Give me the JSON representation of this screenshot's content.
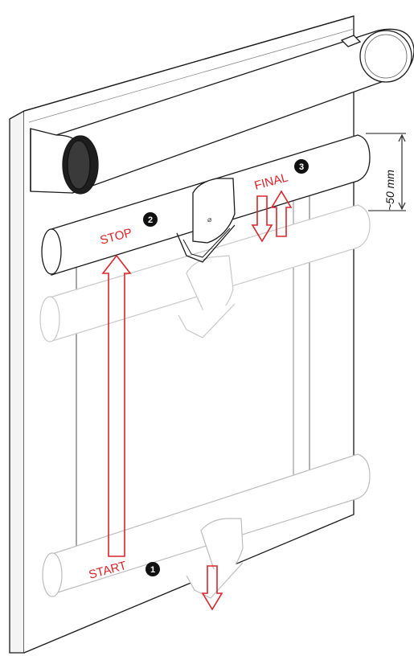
{
  "labels": {
    "start": "START",
    "stop": "STOP",
    "final": "FINAL",
    "step1": "1",
    "step2": "2",
    "step3": "3",
    "measurement": "~50 mm"
  },
  "colors": {
    "arrow": "#d9252a",
    "line": "#1a1a1a",
    "ghost": "#c8c8c8"
  }
}
